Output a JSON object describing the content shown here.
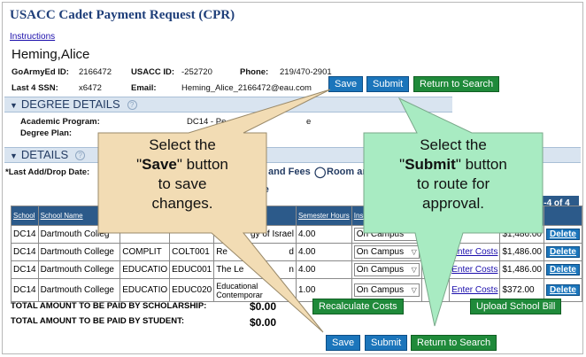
{
  "header": {
    "title": "USACC Cadet Payment Request (CPR)",
    "instructions_link": "Instructions"
  },
  "cadet": {
    "name": "Heming,Alice",
    "goarmyed_label": "GoArmyEd ID:",
    "goarmyed_value": "2166472",
    "usacc_label": "USACC ID:",
    "usacc_value": "-252720",
    "phone_label": "Phone:",
    "phone_value": "219/470-2901",
    "ssn_label": "Last 4 SSN:",
    "ssn_value": "x6472",
    "email_label": "Email:",
    "email_value": "Heming_Alice_2166472@eau.com"
  },
  "toolbar": {
    "save_label": "Save",
    "submit_label": "Submit",
    "return_label": "Return to Search"
  },
  "degree": {
    "section_title": "DEGREE DETAILS",
    "help": "?",
    "program_label": "Academic Program:",
    "program_value": "DC14 - Pe",
    "program_tail": "e",
    "plan_label": "Degree Plan:"
  },
  "details": {
    "section_title": "DETAILS",
    "help": "?",
    "add_drop_label": "*Last Add/Drop Date:",
    "fees_partial": "and Fees",
    "room_partial": "Room and",
    "ate_partial": "ate",
    "pager": "-4 of 4"
  },
  "table": {
    "headers": [
      "School",
      "School Name",
      "Semester Hours",
      "Instructi"
    ],
    "rows": [
      {
        "school": "DC14",
        "name": "Dartmouth Colleg",
        "subject": "",
        "course": "",
        "title": "gy of Israel",
        "hours": "4.00",
        "mode": "On Campus",
        "mid": "",
        "costs": "",
        "amount": "$1,486.00",
        "delete": "Delete"
      },
      {
        "school": "DC14",
        "name": "Dartmouth College",
        "subject": "COMPLIT",
        "course": "COLT001",
        "title": "Re",
        "title_tail": "d",
        "hours": "4.00",
        "mode": "On Campus",
        "mid": "",
        "costs": "Enter Costs",
        "amount": "$1,486.00",
        "delete": "Delete"
      },
      {
        "school": "DC14",
        "name": "Dartmouth College",
        "subject": "EDUCATIO",
        "course": "EDUC001",
        "title": "The Le",
        "title_tail": "n",
        "hours": "4.00",
        "mode": "On Campus",
        "mid": "",
        "costs": "Enter Costs",
        "amount": "$1,486.00",
        "delete": "Delete"
      },
      {
        "school": "DC14",
        "name": "Dartmouth College",
        "subject": "EDUCATIO",
        "course": "EDUC020",
        "title": "Educational",
        "title_line2": "Contemporar",
        "hours": "1.00",
        "mode": "On Campus",
        "mid": "",
        "costs": "Enter Costs",
        "amount": "$372.00",
        "delete": "Delete"
      }
    ]
  },
  "totals": {
    "scholarship_label": "TOTAL AMOUNT TO BE PAID BY SCHOLARSHIP:",
    "scholarship_value": "$0.00",
    "student_label": "TOTAL AMOUNT TO BE PAID BY STUDENT:",
    "student_value": "$0.00",
    "recalc_label": "Recalculate Costs",
    "upload_label": "Upload School Bill"
  },
  "callouts": {
    "save_line1": "Select the",
    "save_q1": "\"",
    "save_bold": "Save",
    "save_line2_tail": "\" button",
    "save_line3": "to save",
    "save_line4": "changes.",
    "submit_line1": "Select the",
    "submit_bold": "Submit",
    "submit_line2_tail": "\" button",
    "submit_line3": "to route for",
    "submit_line4": "approval.",
    "save_color": "#f2dcb4",
    "submit_color": "#a8ebc2"
  }
}
